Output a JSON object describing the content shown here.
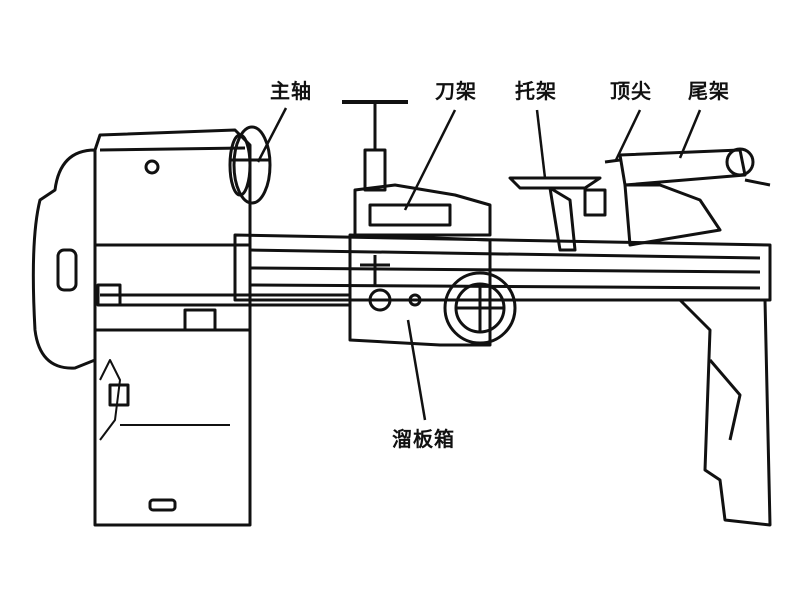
{
  "labels": {
    "spindle": "主轴",
    "tool_rest": "刀架",
    "bracket": "托架",
    "center": "顶尖",
    "tailstock": "尾架",
    "apron": "溜板箱"
  },
  "colors": {
    "ink": "#111111",
    "background": "#ffffff"
  }
}
